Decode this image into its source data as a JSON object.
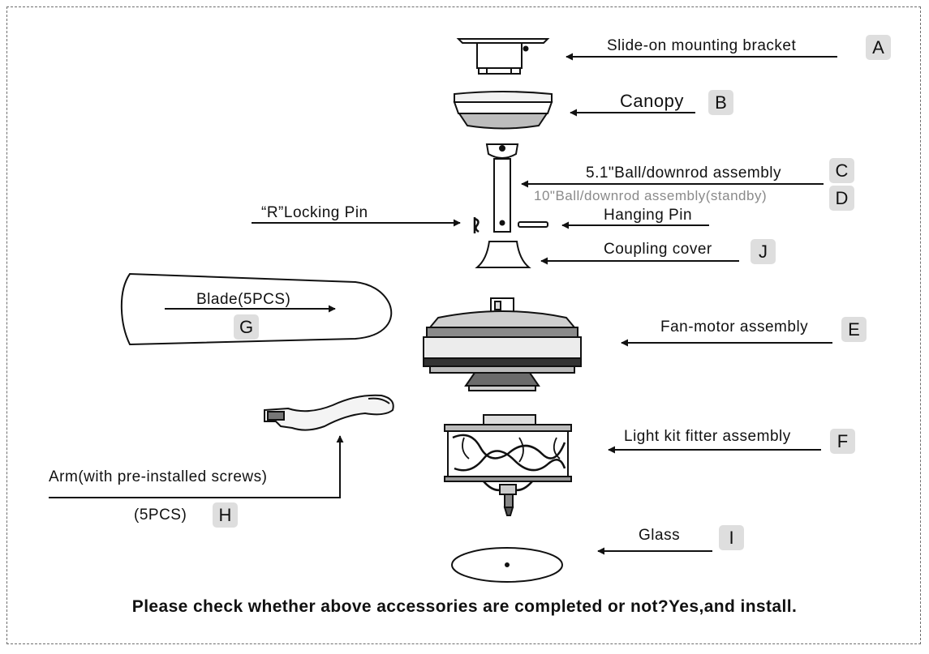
{
  "labels": {
    "a": "Slide-on mounting bracket",
    "b": "Canopy",
    "c": "5.1\"Ball/downrod assembly",
    "d": "10\"Ball/downrod assembly(standby)",
    "locking_pin": "“R”Locking Pin",
    "hanging_pin": "Hanging Pin",
    "j": "Coupling cover",
    "g": "Blade(5PCS)",
    "e": "Fan-motor assembly",
    "f": "Light kit fitter assembly",
    "h_line1": "Arm(with pre-installed screws)",
    "h_line2": "(5PCS)",
    "i": "Glass"
  },
  "badges": {
    "a": "A",
    "b": "B",
    "c": "C",
    "d": "D",
    "j": "J",
    "g": "G",
    "e": "E",
    "f": "F",
    "h": "H",
    "i": "I"
  },
  "footer": "Please check whether above accessories are completed or not?Yes,and install."
}
